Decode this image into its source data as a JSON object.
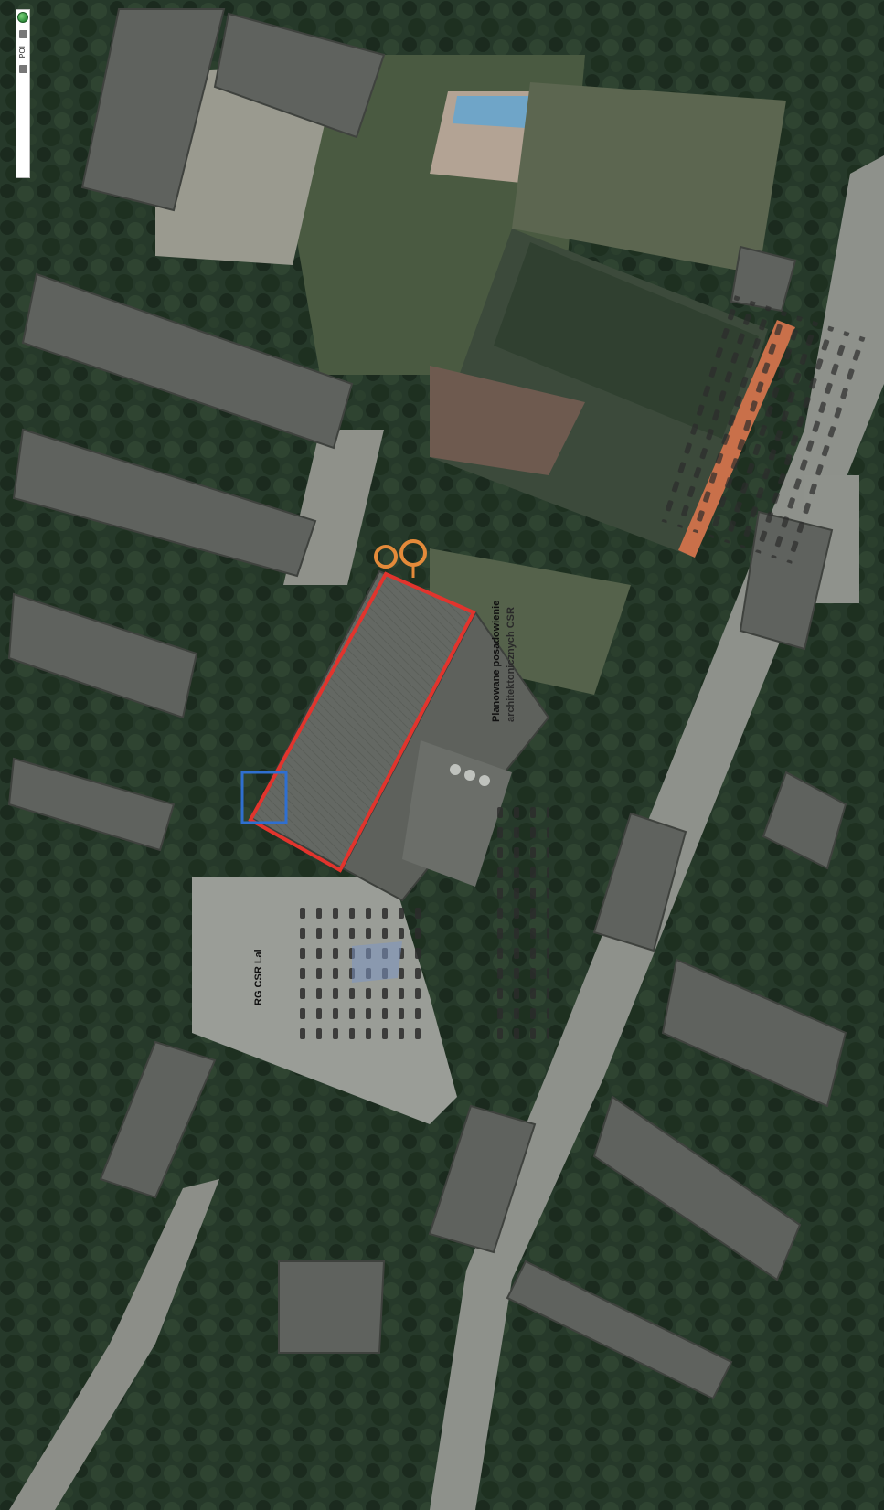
{
  "map_ui": {
    "layer_label": "POI"
  },
  "annotations": {
    "building_label": "RG CSR Lal",
    "proposal_line1": "Planowane posadowienie",
    "proposal_line2": "architektonicznych CSR"
  },
  "colors": {
    "outline": "#e2342d",
    "marker": "#e48a3a",
    "selection": "#2f6fd0",
    "track": "#c9704a",
    "tree": "#1f3322",
    "lawn": "#4a5a41",
    "road": "#8e918b"
  }
}
